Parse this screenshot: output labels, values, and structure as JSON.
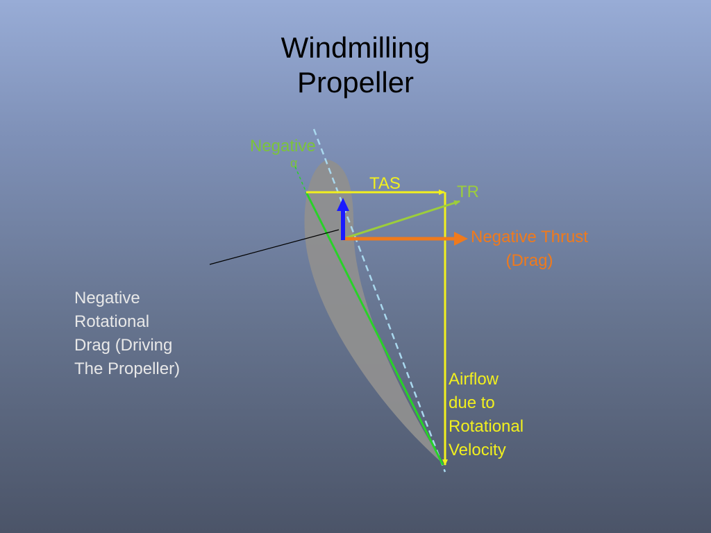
{
  "title": {
    "line1": "Windmilling",
    "line2": "Propeller"
  },
  "labels": {
    "negative_alpha": {
      "line1": "Negative",
      "line2": "α"
    },
    "tas": "TAS",
    "tr": "TR",
    "negative_thrust": {
      "line1": "Negative Thrust",
      "line2": "(Drag)"
    },
    "rotational_drag": {
      "line1": "Negative",
      "line2": "Rotational",
      "line3": "Drag (Driving",
      "line4": "The Propeller)"
    },
    "airflow": {
      "line1": "Airflow",
      "line2": "due to",
      "line3": "Rotational",
      "line4": "Velocity"
    }
  },
  "colors": {
    "blade": "#8f8f8f",
    "chord_line": "#a9d8ee",
    "relative_wind": "#28d228",
    "tas_vector": "#f2f01e",
    "tr_vector": "#9ccd3c",
    "thrust_vector": "#f07a1c",
    "rotational_drag_vector": "#1a1aff",
    "leader_line": "#000000"
  }
}
